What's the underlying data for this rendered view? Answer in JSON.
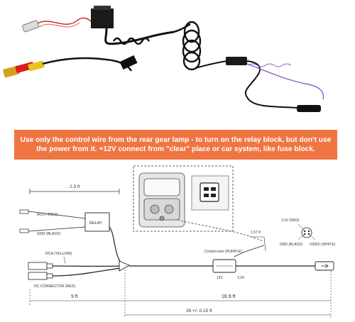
{
  "banner": {
    "text": "Use only the control wire from the rear gear lamp - to turn on the relay block, but don't use the power from it. +12V connect from \"clear\" place or car system, like fuse block."
  },
  "diagram": {
    "relay_label": "RELAY",
    "acc_label": "ACC+ (RED)",
    "gnd_left_label": "GND (BLACK)",
    "rca_label": "RCA (YELLOW)",
    "dc_label": "DC CONNECTOR (RED)",
    "control_wire_label": "Control wire (PURPLE)",
    "v12_label": "12V",
    "v33_bottom_label": "3.3V",
    "v33_top_label": "3.3V (RED)",
    "gnd_right_label": "GND (BLACK)",
    "video_label": "VIDEO (WHITE)",
    "dim_relay": "2.3 ft",
    "dim_small": "1.57 ft",
    "dim_left": "9 ft",
    "dim_right": "16.9 ft",
    "dim_total": "26 +/-  0.15 ft"
  }
}
